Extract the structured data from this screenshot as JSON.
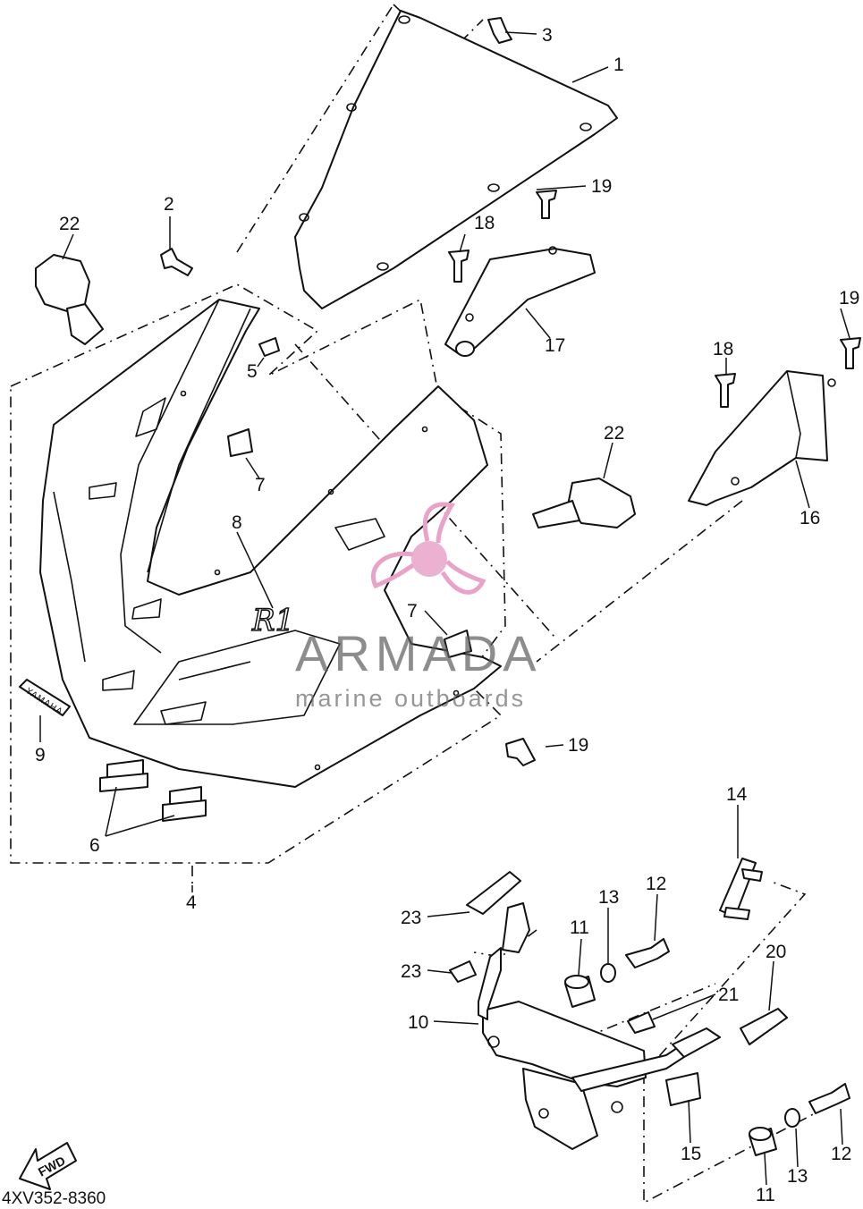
{
  "diagram": {
    "drawing_code": "4XV352-8360",
    "fwd_marker": "FWD",
    "emblem_text": "R1",
    "badge_text": "YAMAHA",
    "watermark": {
      "title": "ARMADA",
      "subtitle": "marine outboards",
      "accent_color": "#e9a3c9"
    },
    "labels": [
      {
        "id": "l1",
        "text": "1"
      },
      {
        "id": "l2",
        "text": "2"
      },
      {
        "id": "l3",
        "text": "3"
      },
      {
        "id": "l4",
        "text": "4"
      },
      {
        "id": "l5",
        "text": "5"
      },
      {
        "id": "l6",
        "text": "6"
      },
      {
        "id": "l7a",
        "text": "7"
      },
      {
        "id": "l7b",
        "text": "7"
      },
      {
        "id": "l8",
        "text": "8"
      },
      {
        "id": "l9",
        "text": "9"
      },
      {
        "id": "l10",
        "text": "10"
      },
      {
        "id": "l11a",
        "text": "11"
      },
      {
        "id": "l11b",
        "text": "11"
      },
      {
        "id": "l12a",
        "text": "12"
      },
      {
        "id": "l12b",
        "text": "12"
      },
      {
        "id": "l13a",
        "text": "13"
      },
      {
        "id": "l13b",
        "text": "13"
      },
      {
        "id": "l14",
        "text": "14"
      },
      {
        "id": "l15",
        "text": "15"
      },
      {
        "id": "l16",
        "text": "16"
      },
      {
        "id": "l17",
        "text": "17"
      },
      {
        "id": "l18a",
        "text": "18"
      },
      {
        "id": "l18b",
        "text": "18"
      },
      {
        "id": "l19a",
        "text": "19"
      },
      {
        "id": "l19b",
        "text": "19"
      },
      {
        "id": "l19c",
        "text": "19"
      },
      {
        "id": "l20",
        "text": "20"
      },
      {
        "id": "l21",
        "text": "21"
      },
      {
        "id": "l22a",
        "text": "22"
      },
      {
        "id": "l22b",
        "text": "22"
      },
      {
        "id": "l23a",
        "text": "23"
      },
      {
        "id": "l23b",
        "text": "23"
      }
    ]
  }
}
